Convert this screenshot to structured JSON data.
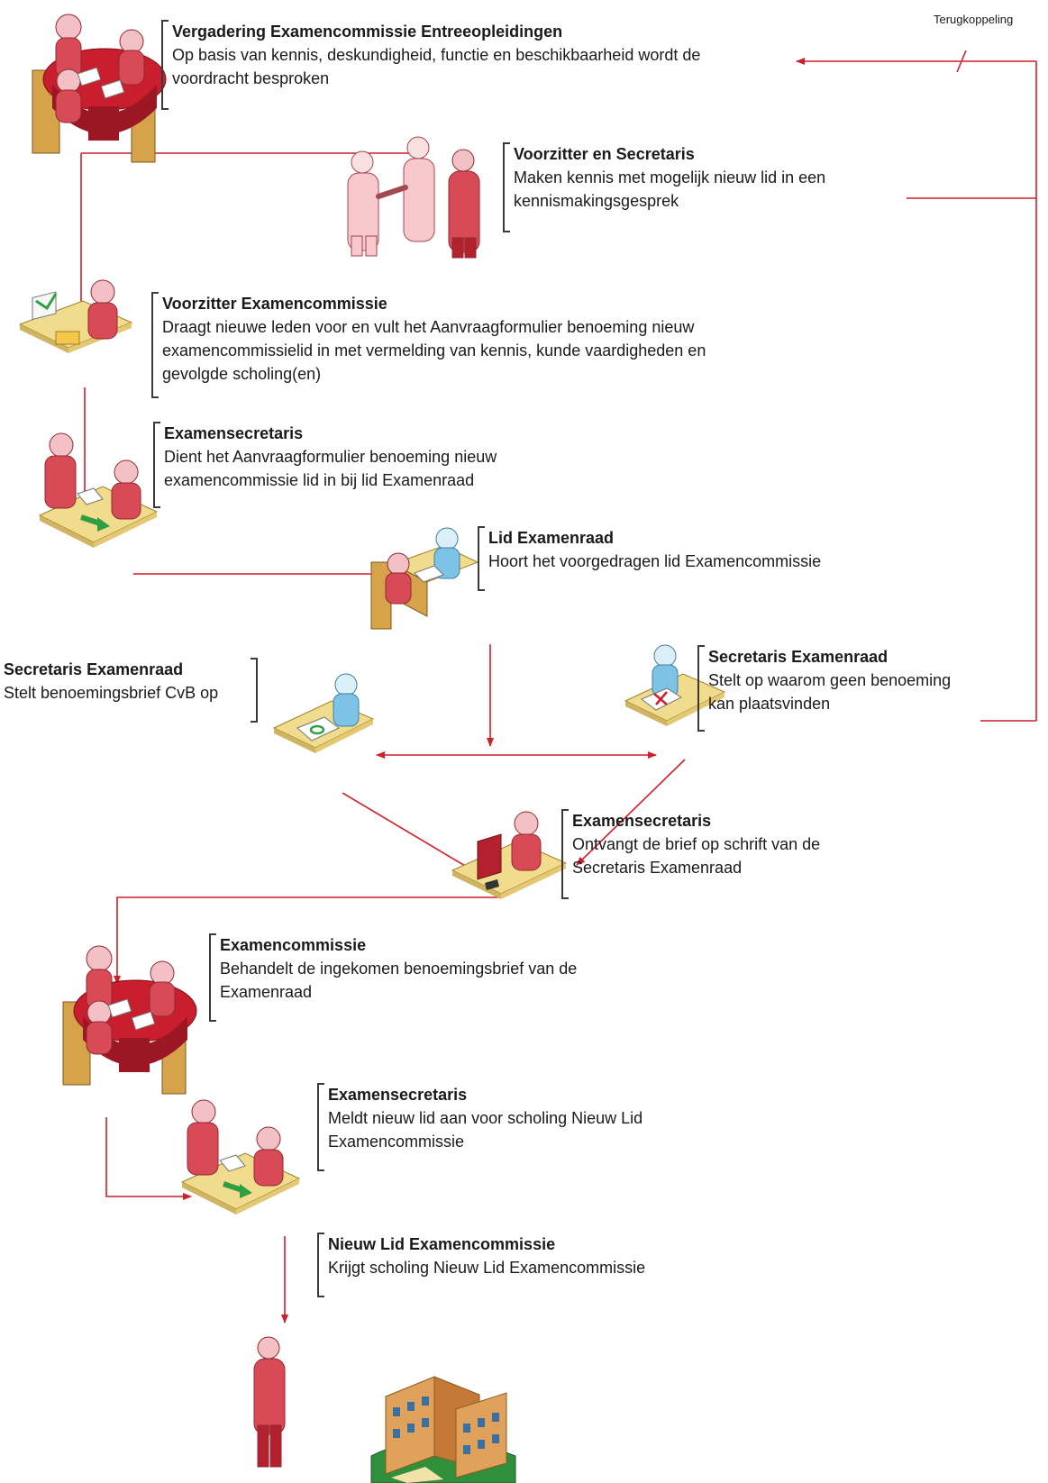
{
  "feedback_label": "Terugkoppeling",
  "colors": {
    "connector": "#d11f2a",
    "person_red": "#d94a57",
    "person_blue": "#7cc3e6",
    "table": "#f1dc8e",
    "bracket": "#3a3a3a"
  },
  "steps": [
    {
      "id": "vergadering",
      "title": "Vergadering Examencommissie Entreeopleidingen",
      "desc": "Op basis van kennis, deskundigheid, functie en beschikbaarheid wordt de voordracht besproken",
      "icon": "meeting-table-icon"
    },
    {
      "id": "voorzitter-secretaris",
      "title": "Voorzitter en Secretaris",
      "desc": "Maken kennis met mogelijk nieuw lid in een kennismakingsgesprek",
      "icon": "handshake-icon"
    },
    {
      "id": "voorzitter-ec",
      "title": "Voorzitter Examencommissie",
      "desc": "Draagt nieuwe leden voor en vult het Aanvraagformulier benoeming nieuw examencommissielid in met vermelding van kennis, kunde vaardigheden en gevolgde scholing(en)",
      "icon": "form-desk-icon"
    },
    {
      "id": "examensecretaris-1",
      "title": "Examensecretaris",
      "desc": "Dient het Aanvraagformulier benoeming nieuw examencommissie lid in bij lid Examenraad",
      "icon": "document-handover-icon"
    },
    {
      "id": "lid-examenraad",
      "title": "Lid Examenraad",
      "desc": "Hoort het voorgedragen lid Examencommissie",
      "icon": "interview-desk-icon"
    },
    {
      "id": "secretaris-er-ja",
      "title": "Secretaris Examenraad",
      "desc": "Stelt benoemingsbrief CvB op",
      "icon": "approve-desk-icon"
    },
    {
      "id": "secretaris-er-nee",
      "title": "Secretaris Examenraad",
      "desc": "Stelt op waarom geen benoeming kan plaatsvinden",
      "icon": "reject-desk-icon"
    },
    {
      "id": "examensecretaris-2",
      "title": "Examensecretaris",
      "desc": "Ontvangt de brief op schrift van de Secretaris Examenraad",
      "icon": "computer-desk-icon"
    },
    {
      "id": "examencommissie",
      "title": "Examencommissie",
      "desc": "Behandelt de ingekomen benoemingsbrief van de Examenraad",
      "icon": "meeting-table-icon"
    },
    {
      "id": "examensecretaris-3",
      "title": "Examensecretaris",
      "desc": "Meldt nieuw lid aan voor scholing Nieuw Lid Examencommissie",
      "icon": "document-handover-icon"
    },
    {
      "id": "nieuw-lid",
      "title": "Nieuw Lid Examencommissie",
      "desc": "Krijgt scholing Nieuw Lid Examencommissie",
      "icon": "person-icon"
    }
  ]
}
